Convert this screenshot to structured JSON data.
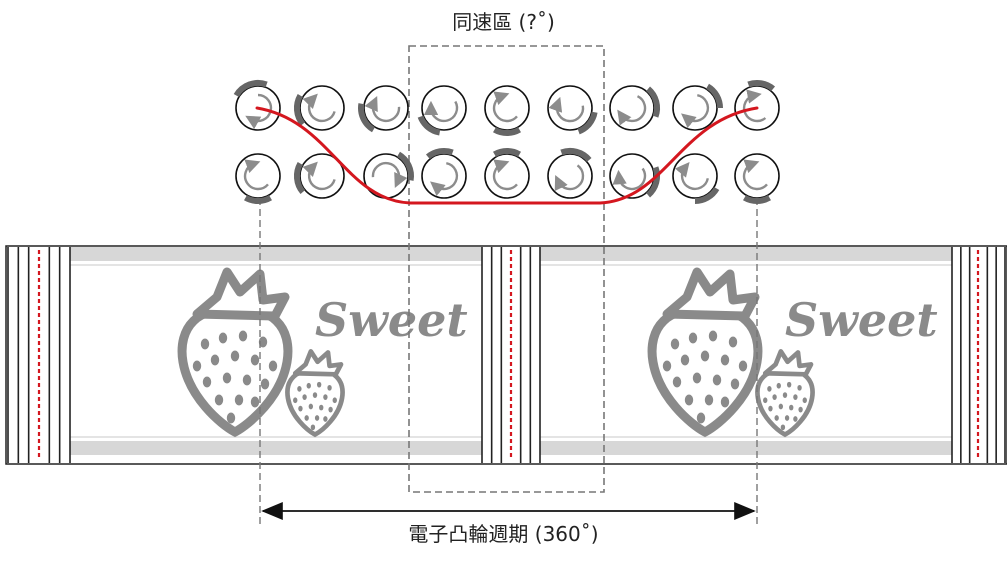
{
  "labels": {
    "sync_zone": "同速區 (?˚)",
    "cam_cycle": "電子凸輪週期 (360˚)"
  },
  "pattern": {
    "word": "Sweet"
  },
  "colors": {
    "motion_curve": "#d4171f",
    "roller_mark": "#666666",
    "arrow_gray": "#8c8c8c",
    "print_gray": "#8a8a8a",
    "band_gray": "#d7d7d7",
    "seal_red": "#d4171f",
    "guide_line": "#777777"
  }
}
